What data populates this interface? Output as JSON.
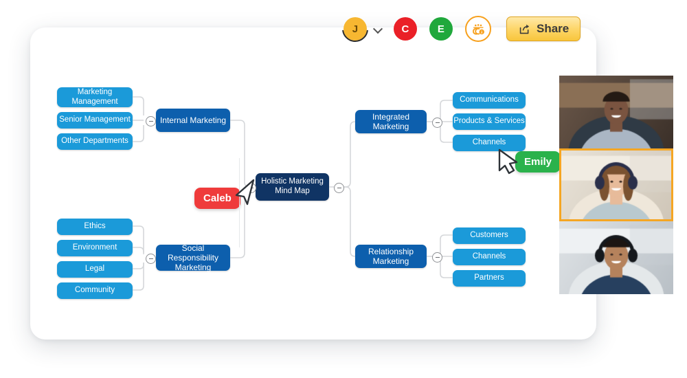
{
  "app": {
    "background": "#ffffff",
    "card_background": "#ffffff"
  },
  "toolbar": {
    "avatars": [
      {
        "initial": "J",
        "color": "#f7b731",
        "name": "avatar-j",
        "speaking": true
      },
      {
        "initial": "C",
        "color": "#ea2027",
        "name": "avatar-c",
        "speaking": false
      },
      {
        "initial": "E",
        "color": "#20a83c",
        "name": "avatar-e",
        "speaking": false
      }
    ],
    "dropdown_icon": "chevron-down-icon",
    "participants_icon": "participants-group-icon",
    "participants_icon_color": "#f7a01c",
    "share_label": "Share",
    "share_icon": "share-arrow-icon",
    "share_color": "#f8c63c"
  },
  "mindmap": {
    "root": {
      "label": "Holistic Marketing\nMind Map",
      "line1": "Holistic Marketing",
      "line2": "Mind Map",
      "color": "#103464"
    },
    "branch_color": "#0d5fad",
    "leaf_color": "#1b9ad9",
    "connector_color": "#d5d7da",
    "branches": [
      {
        "id": "internal-marketing",
        "label": "Internal Marketing",
        "side": "left",
        "children": [
          "Marketing Management",
          "Senior Management",
          "Other Departments"
        ]
      },
      {
        "id": "social-responsibility-marketing",
        "label": "Social Responsibility Marketing",
        "label_line1": "Social Responsibility",
        "label_line2": "Marketing",
        "side": "left",
        "children": [
          "Ethics",
          "Environment",
          "Legal",
          "Community"
        ]
      },
      {
        "id": "integrated-marketing",
        "label": "Integrated Marketing",
        "side": "right",
        "children": [
          "Communications",
          "Products & Services",
          "Channels"
        ]
      },
      {
        "id": "relationship-marketing",
        "label": "Relationship Marketing",
        "side": "right",
        "children": [
          "Customers",
          "Channels",
          "Partners"
        ]
      }
    ]
  },
  "cursors": [
    {
      "name": "Caleb",
      "color": "#ef3b3b"
    },
    {
      "name": "Emily",
      "color": "#2bb24c"
    }
  ],
  "video_panel": {
    "tiles": [
      {
        "id": "tile-1",
        "active": false
      },
      {
        "id": "tile-2",
        "active": true
      },
      {
        "id": "tile-3",
        "active": false
      }
    ],
    "active_border_color": "#f5a623"
  }
}
